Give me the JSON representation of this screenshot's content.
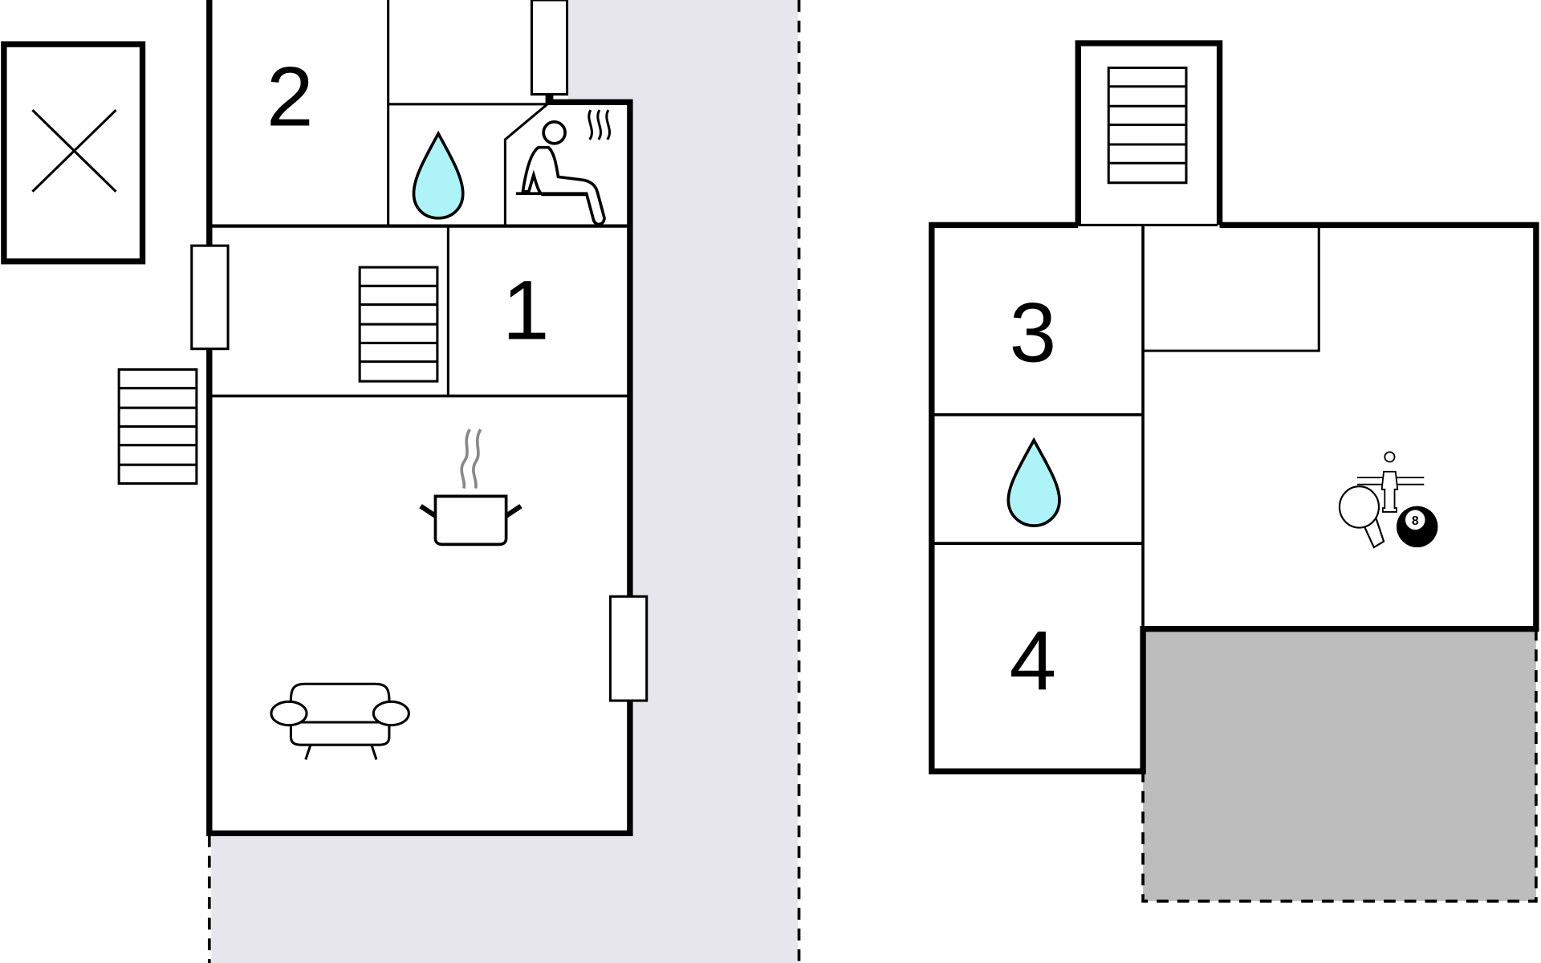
{
  "rooms": {
    "bedroom_2": "2",
    "bedroom_1": "1",
    "bedroom_3": "3",
    "bedroom_4": "4"
  },
  "icons": {
    "billiard_ball_number": "8"
  },
  "colors": {
    "outdoor_area": "#e6e6ec",
    "covered_terrace": "#bdbdbd",
    "water": "#aef3f7",
    "wall": "#000000"
  }
}
